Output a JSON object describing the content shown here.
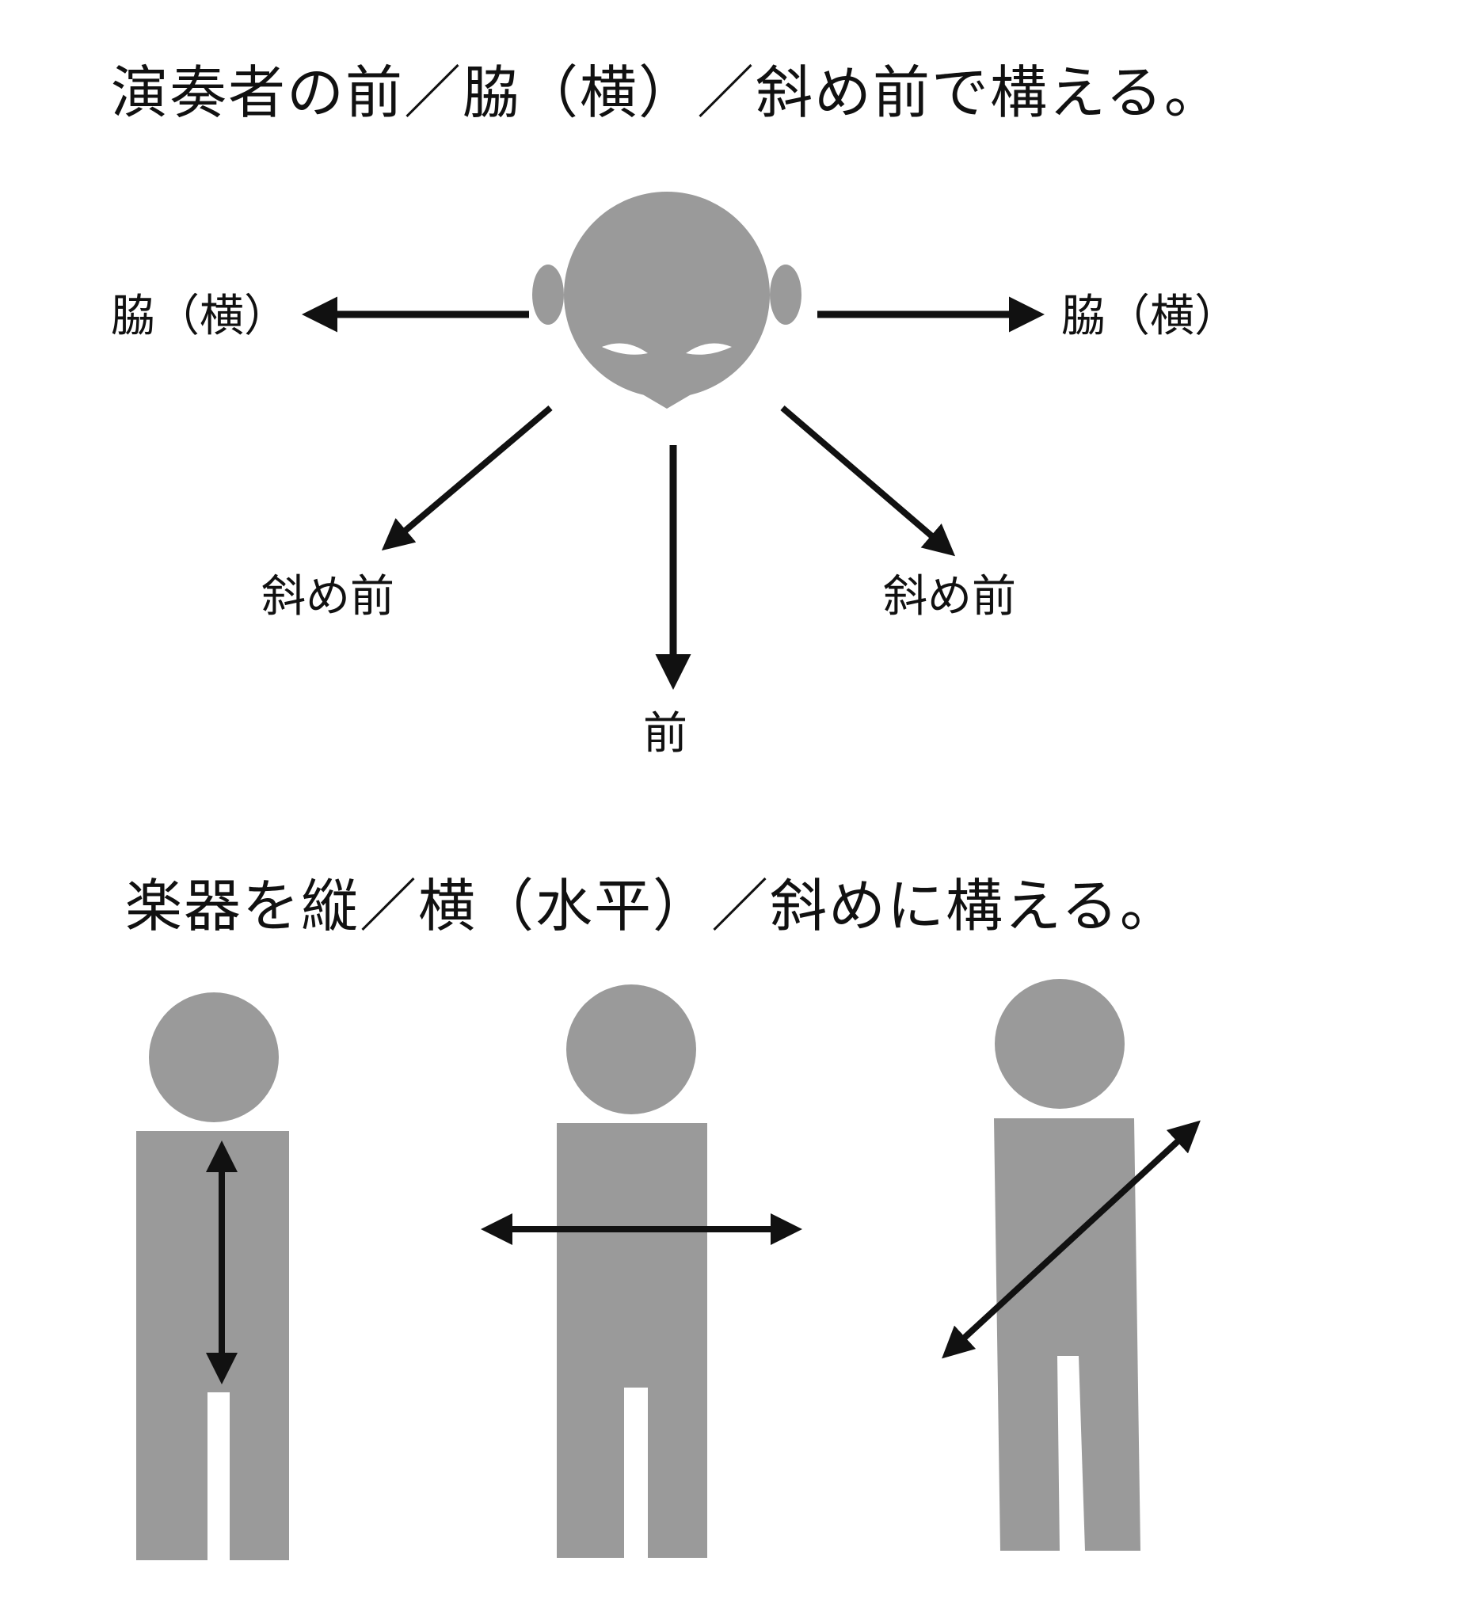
{
  "top_section": {
    "heading": "演奏者の前／脇（横）／斜め前で構える。",
    "labels": {
      "side_left": "脇（横）",
      "side_right": "脇（横）",
      "diagonal_left": "斜め前",
      "diagonal_right": "斜め前",
      "front": "前"
    }
  },
  "bottom_section": {
    "heading": "楽器を縦／横（水平）／斜めに構える。"
  },
  "colors": {
    "figure": "#9a9a9a",
    "ink": "#111111",
    "background": "#ffffff"
  }
}
